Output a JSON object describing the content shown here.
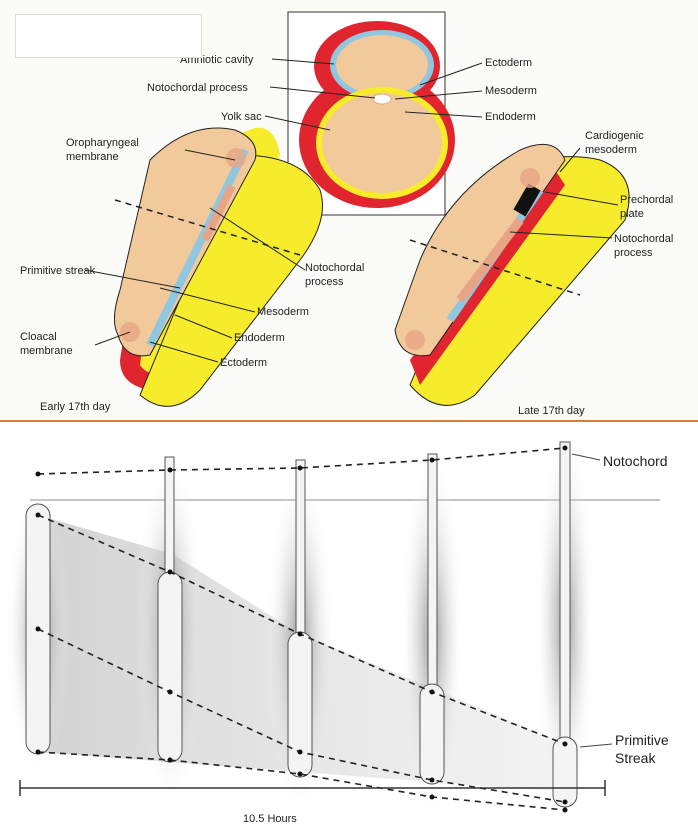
{
  "top": {
    "labels": {
      "amniotic_cavity": "Amniotic cavity",
      "notochordal_process_center": "Notochordal process",
      "yolk_sac": "Yolk sac",
      "ectoderm_center": "Ectoderm",
      "mesoderm_center": "Mesoderm",
      "endoderm_center": "Endoderm",
      "oropharyngeal_line1": "Oropharyngeal",
      "oropharyngeal_line2": "membrane",
      "primitive_streak": "Primitive streak",
      "cloacal_line1": "Cloacal",
      "cloacal_line2": "membrane",
      "notochordal_left_line1": "Notochordal",
      "notochordal_left_line2": "process",
      "mesoderm_left": "Mesoderm",
      "endoderm_left": "Endoderm",
      "ectoderm_left": "Ectoderm",
      "cardiogenic_line1": "Cardiogenic",
      "cardiogenic_line2": "mesoderm",
      "prechordal_line1": "Prechordal",
      "prechordal_line2": "plate",
      "notochordal_right_line1": "Notochordal",
      "notochordal_right_line2": "process",
      "caption_left": "Early 17th day",
      "caption_right": "Late 17th day"
    },
    "colors": {
      "ectoderm": "#8fc6e0",
      "mesoderm": "#e0252e",
      "endoderm": "#f6ec2c",
      "embryo_tan": "#f2c99a",
      "notochord": "#e8a586"
    }
  },
  "bottom": {
    "labels": {
      "notochord": "Notochord",
      "primitive_line1": "Primitive",
      "primitive_line2": "Streak",
      "time": "10.5  Hours"
    }
  }
}
